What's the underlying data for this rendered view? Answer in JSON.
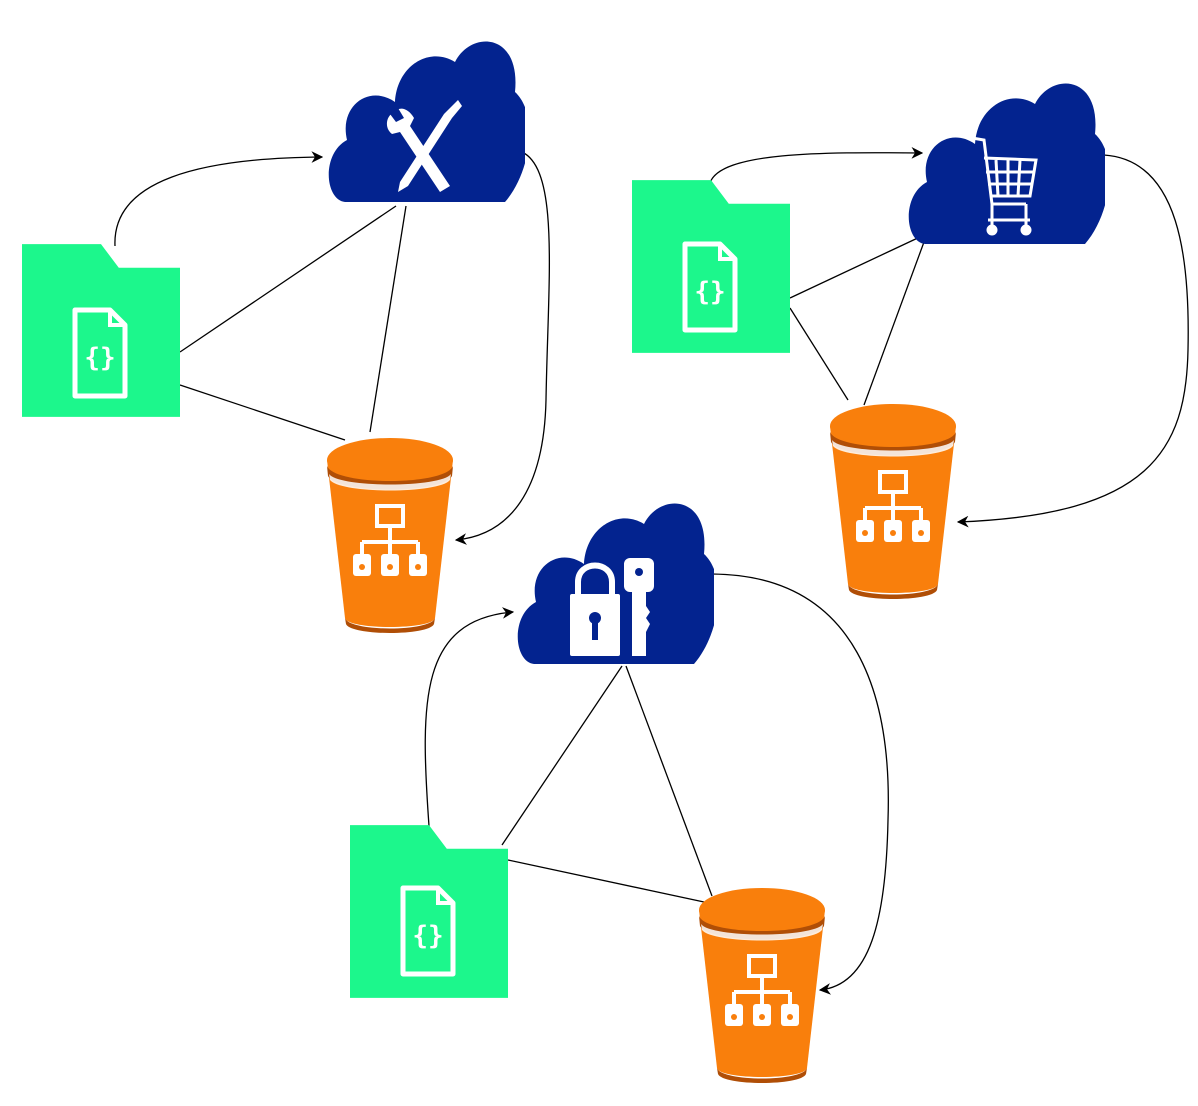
{
  "diagram": {
    "colors": {
      "cloud": "#03238F",
      "folder": "#1CF78C",
      "bucket": "#F97F0C",
      "bucket_dark": "#B04E06",
      "edge": "#000000",
      "icon": "#FFFFFF"
    },
    "clusters": [
      {
        "id": "tools",
        "cloud": {
          "icon": "wrench-screwdriver-icon"
        },
        "folder": {
          "icon": "json-file-icon",
          "glyph": "{}"
        },
        "bucket": {
          "icon": "hierarchy-icon"
        }
      },
      {
        "id": "shopping",
        "cloud": {
          "icon": "shopping-cart-icon"
        },
        "folder": {
          "icon": "json-file-icon",
          "glyph": "{}"
        },
        "bucket": {
          "icon": "hierarchy-icon"
        }
      },
      {
        "id": "security",
        "cloud": {
          "icon": "lock-and-key-icon"
        },
        "folder": {
          "icon": "json-file-icon",
          "glyph": "{}"
        },
        "bucket": {
          "icon": "hierarchy-icon"
        }
      }
    ],
    "edges": [
      {
        "from": "folder-tools",
        "to": "cloud-tools",
        "arrow": true
      },
      {
        "from": "folder-tools",
        "to": "cloud-tools",
        "arrow": false
      },
      {
        "from": "folder-tools",
        "to": "bucket-tools",
        "arrow": false
      },
      {
        "from": "cloud-tools",
        "to": "bucket-tools",
        "arrow": false
      },
      {
        "from": "cloud-tools",
        "to": "bucket-tools",
        "arrow": true
      },
      {
        "from": "folder-shopping",
        "to": "cloud-shopping",
        "arrow": true
      },
      {
        "from": "folder-shopping",
        "to": "cloud-shopping",
        "arrow": false
      },
      {
        "from": "folder-shopping",
        "to": "bucket-shopping",
        "arrow": false
      },
      {
        "from": "cloud-shopping",
        "to": "bucket-shopping",
        "arrow": false
      },
      {
        "from": "cloud-shopping",
        "to": "bucket-shopping",
        "arrow": true
      },
      {
        "from": "folder-security",
        "to": "cloud-security",
        "arrow": true
      },
      {
        "from": "folder-security",
        "to": "cloud-security",
        "arrow": false
      },
      {
        "from": "folder-security",
        "to": "bucket-security",
        "arrow": false
      },
      {
        "from": "cloud-security",
        "to": "bucket-security",
        "arrow": false
      },
      {
        "from": "cloud-security",
        "to": "bucket-security",
        "arrow": true
      }
    ]
  }
}
